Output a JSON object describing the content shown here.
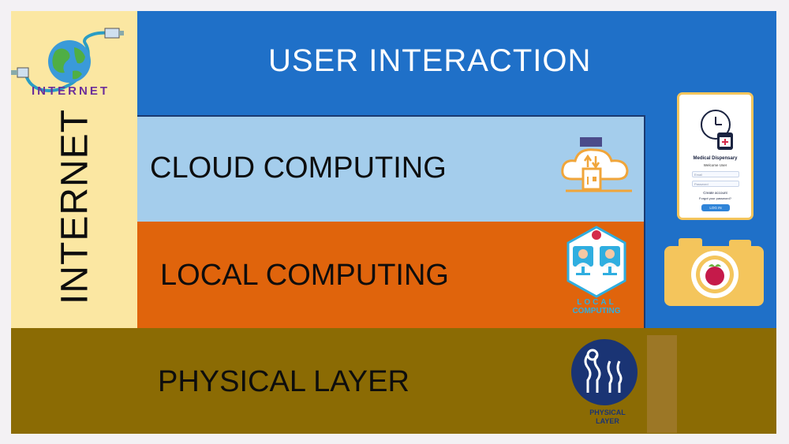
{
  "layers": {
    "user_interaction": "USER INTERACTION",
    "cloud_computing": "CLOUD COMPUTING",
    "local_computing": "LOCAL COMPUTING",
    "physical_layer": "PHYSICAL LAYER",
    "internet": "INTERNET"
  },
  "icons": {
    "internet_logo_text": "INTERNET",
    "local_icon_line1": "LOCAL",
    "local_icon_line2": "COMPUTING",
    "physical_icon_line1": "PHYSICAL",
    "physical_icon_line2": "LAYER",
    "names": [
      "globe-cable-icon",
      "cloud-server-icon",
      "people-monitor-icon",
      "physical-sensors-icon",
      "camera-icon",
      "mobile-app-icon"
    ]
  },
  "app": {
    "title": "Medical Dispensary",
    "subtitle": "Welcome User",
    "email_placeholder": "Email",
    "password_placeholder": "Password",
    "create_account": "Create account",
    "forgot_password": "Forgot your password?",
    "login_button": "LOG IN"
  },
  "colors": {
    "internet": "#fbe7a2",
    "user_interaction": "#1f70c8",
    "cloud_computing": "#a4cdec",
    "local_computing": "#e0640c",
    "physical_layer": "#8b6b04"
  }
}
